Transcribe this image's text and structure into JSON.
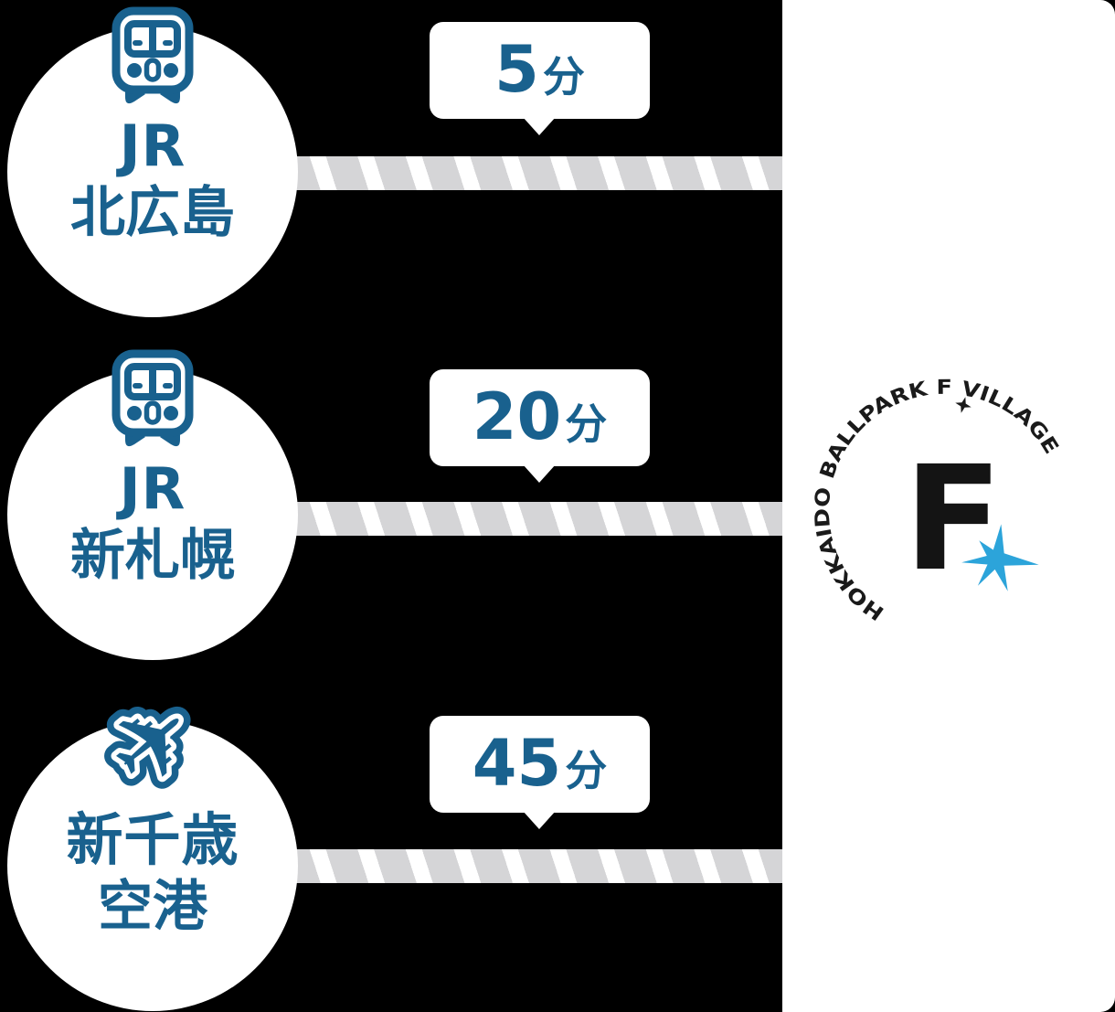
{
  "stations": [
    {
      "name_line1": "JR",
      "name_line2": "北広島",
      "icon": "train",
      "duration_value": "5",
      "duration_unit": "分"
    },
    {
      "name_line1": "JR",
      "name_line2": "新札幌",
      "icon": "train",
      "duration_value": "20",
      "duration_unit": "分"
    },
    {
      "name_line1": "新千歳",
      "name_line2": "空港",
      "icon": "airplane",
      "duration_value": "45",
      "duration_unit": "分"
    }
  ],
  "destination": {
    "ring_text": "HOKKAIDO BALLPARK F VILLAGE",
    "center_letter": "F",
    "star_icon": "cyan-sparkle-star",
    "ring_star_icon": "small-four-point-star"
  },
  "icons": {
    "airplane_glyph": "✈"
  },
  "colors": {
    "primary_blue": "#19618e",
    "star_cyan": "#2ca4da",
    "stripe_gray": "#d5d5d7",
    "logo_black": "#1a1a1a",
    "panel_white": "#ffffff",
    "background": "#000000"
  }
}
